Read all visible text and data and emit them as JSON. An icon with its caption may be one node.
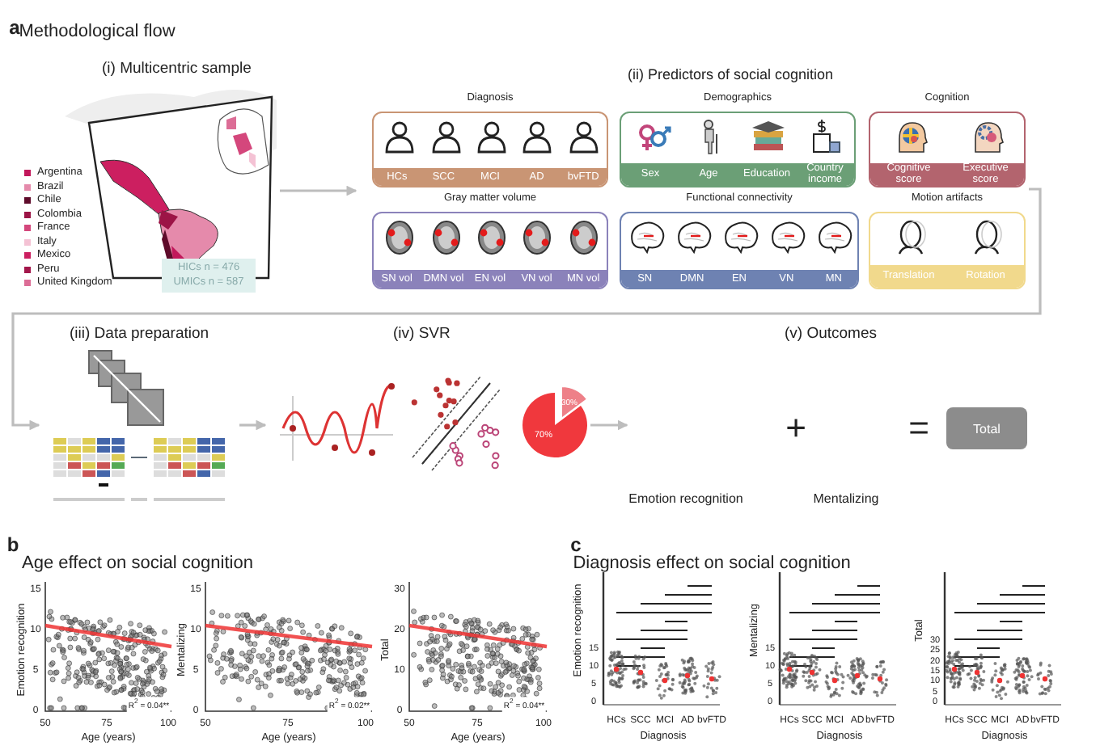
{
  "diagram": {
    "nodes": [
      {
        "text": [
          "(i) Multicentric sample"
        ]
      },
      {
        "text": [
          "(ii) Predictors of social cognition"
        ]
      },
      {
        "text": [
          "Diagnosis",
          "HCs",
          "SCC",
          "MCI",
          "AD",
          "bvFTD"
        ],
        "in": 1
      },
      {
        "text": [
          "Demographics",
          "Sex",
          "Age",
          "Education",
          "Country income"
        ],
        "in": 1
      },
      {
        "text": [
          "Cognition",
          "Cognitive score",
          "Executive score"
        ],
        "in": 1
      },
      {
        "text": [
          "Gray matter volume",
          "SN vol",
          "DMN vol",
          "EN vol",
          "VN vol",
          "MN vol"
        ],
        "in": 1
      },
      {
        "text": [
          "Functional connectivity",
          "SN",
          "DMN",
          "EN",
          "VN",
          "MN"
        ],
        "in": 1
      },
      {
        "text": [
          "Motion artifacts",
          "Translation",
          "Rotation"
        ],
        "in": 1
      },
      {
        "text": [
          "(iii) Data preparation"
        ]
      },
      {
        "text": [
          "(iv) SVR"
        ]
      },
      {
        "text": [
          "(v) Outcomes"
        ]
      },
      {
        "text": [
          "Total"
        ],
        "in": 10
      }
    ],
    "edges": [
      {
        "from": 0,
        "to": 1,
        "arrow": "to"
      },
      {
        "from": 1,
        "to": 8,
        "arrow": "to"
      },
      {
        "from": 8,
        "to": 9,
        "arrow": "to"
      },
      {
        "from": 9,
        "to": 10,
        "arrow": "to"
      }
    ],
    "labels": [
      "a",
      "Methodological flow",
      "HICs n = 476",
      "UMICs n = 587",
      "70%",
      "30%",
      "+",
      "=",
      "Emotion recognition",
      "Mentalizing",
      "b",
      "Age effect on social cognition",
      "15",
      "10",
      "5",
      "0",
      "Emotion recognition",
      "50",
      "75",
      "100",
      "Age (years)",
      "R$^{2}$ = 0.04**",
      "15",
      "10",
      "5",
      "0",
      "Mentalizing",
      "50",
      "75",
      "100",
      "Age (years)",
      "R$^{2}$ = 0.02**",
      "30",
      "20",
      "10",
      "0",
      "Total",
      "50",
      "75",
      "100",
      "Age (years)",
      "R$^{2}$ = 0.04**",
      "c",
      "Diagnosis effect on social cognition",
      "15",
      "10",
      "5",
      "0",
      "Emotion recognition",
      "HCs",
      "SCC",
      "MCI",
      "AD",
      "bvFTD",
      "Diagnosis",
      "15",
      "10",
      "5",
      "0",
      "Mentalizing",
      "HCs",
      "SCC",
      "MCI",
      "AD",
      "bvFTD",
      "Diagnosis",
      "30",
      "25",
      "20",
      "15",
      "10",
      "5",
      "0",
      "Total",
      "HCs",
      "SCC",
      "MCI",
      "AD",
      "bvFTD",
      "Diagnosis"
    ],
    "legend": [
      {
        "text": "Argentina",
        "color": "#c2185b"
      },
      {
        "text": "Brazil",
        "color": "#e58aab"
      },
      {
        "text": "Chile",
        "color": "#5e0b2a"
      },
      {
        "text": "Colombia",
        "color": "#9c1446"
      },
      {
        "text": "France",
        "color": "#d4477c"
      },
      {
        "text": "Italy",
        "color": "#f4c2d4"
      },
      {
        "text": "Mexico",
        "color": "#cc1f60"
      },
      {
        "text": "Peru",
        "color": "#a3174b"
      },
      {
        "text": "United Kingdom",
        "color": "#dc6d96"
      }
    ]
  }
}
